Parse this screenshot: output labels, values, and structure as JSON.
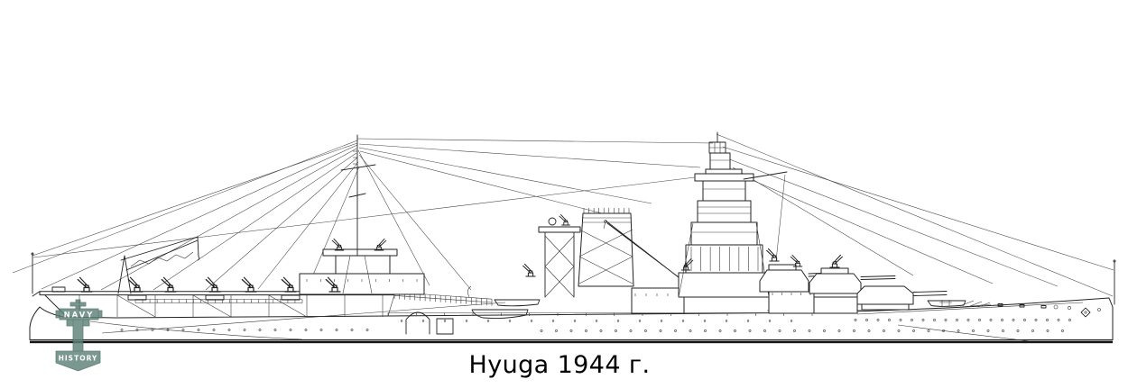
{
  "page": {
    "background": "#ffffff"
  },
  "caption": {
    "text": "Hyuga 1944 г."
  },
  "watermark": {
    "top_label": "NAVY",
    "bottom_label": "HISTORY",
    "color": "#5d8178",
    "edge_color": "#41635a",
    "icon": "anchor-icon"
  },
  "drawing": {
    "ink_color": "#222222"
  }
}
